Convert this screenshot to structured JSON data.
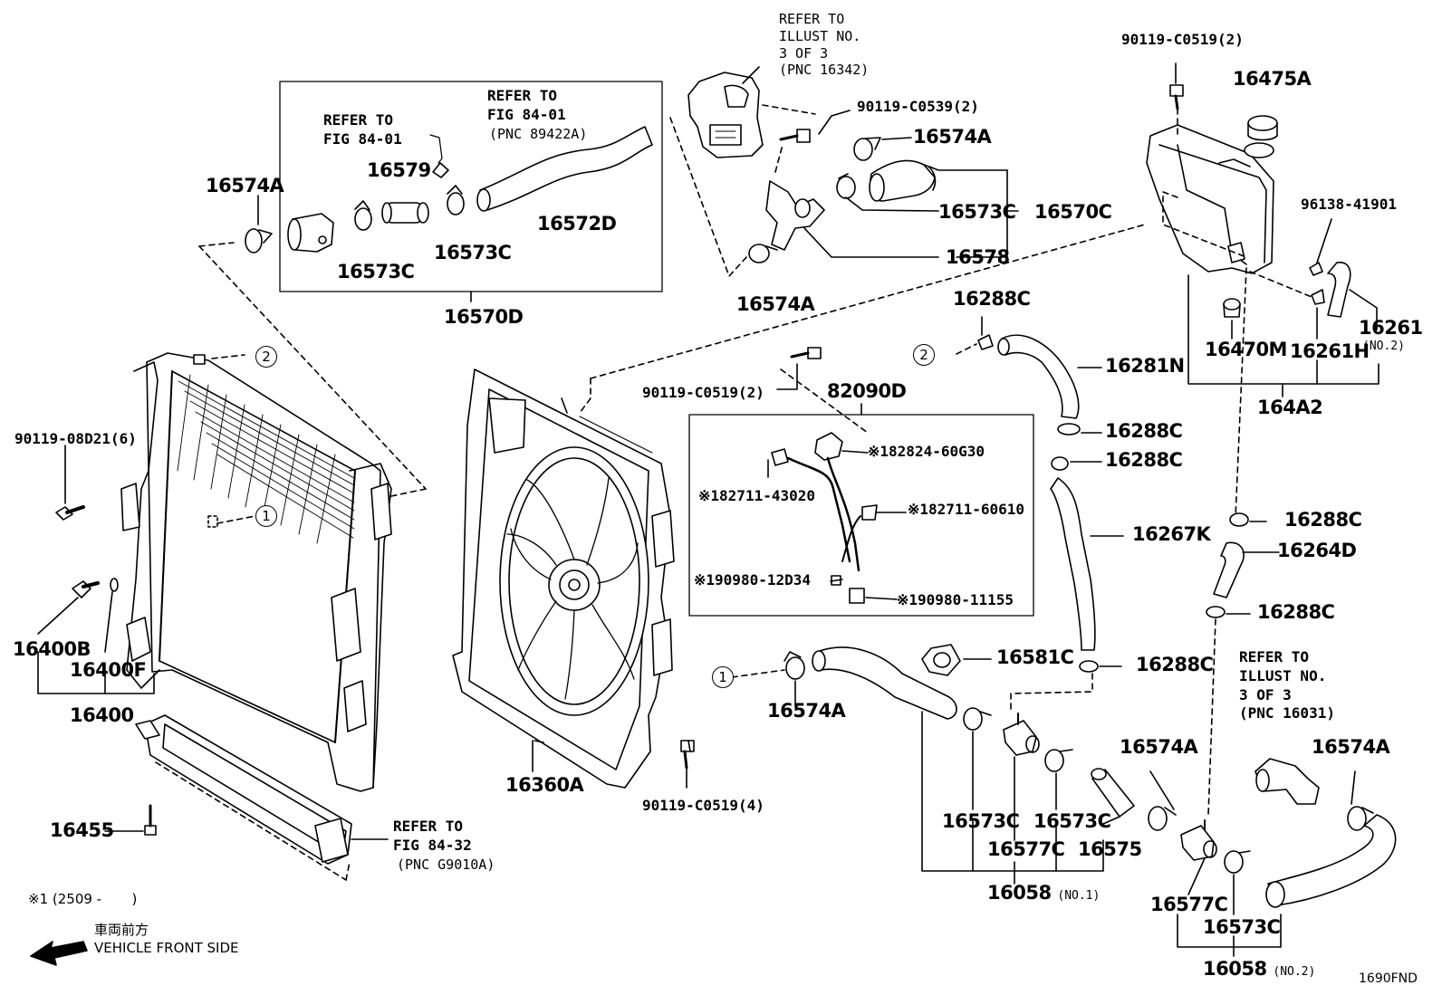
{
  "figure_code": "1690FND",
  "parts": {
    "p16574A_topleft": "16574A",
    "p16579": "16579",
    "p16573C_a": "16573C",
    "p16573C_b": "16573C",
    "p16572D": "16572D",
    "p16570D": "16570D",
    "p16574A_mid": "16574A",
    "p16574A_upper": "16574A",
    "p16573C_upper": "16573C",
    "p16570C": "16570C",
    "p16578": "16578",
    "p90119C0539": "90119-C0539(2)",
    "p90119C0519_top": "90119-C0519(2)",
    "p16475A": "16475A",
    "p9613841901": "96138-41901",
    "p16261": "16261",
    "p16261_no2": "(NO.2)",
    "p16470M": "16470M",
    "p16261H": "16261H",
    "p164A2": "164A2",
    "p16288C_1": "16288C",
    "p16281N": "16281N",
    "p16288C_2": "16288C",
    "p16288C_3": "16288C",
    "p16267K": "16267K",
    "p16288C_4": "16288C",
    "p16264D": "16264D",
    "p16288C_5": "16288C",
    "p16288C_6": "16288C",
    "p90119C0519_fan": "90119-C0519(2)",
    "p82090D": "82090D",
    "p182824": "※182824-60G30",
    "p182711_43020": "※182711-43020",
    "p182711_60610": "※182711-60610",
    "p190980_12D34": "※190980-12D34",
    "p190980_11155": "※190980-11155",
    "p9011908D21": "90119-08D21(6)",
    "p16400B": "16400B",
    "p16400F": "16400F",
    "p16400": "16400",
    "p16455": "16455",
    "p16360A": "16360A",
    "p90119C0519_bottom": "90119-C0519(4)",
    "p16574A_bottom": "16574A",
    "p16581C": "16581C",
    "p16573C_c": "16573C",
    "p16577C_a": "16577C",
    "p16573C_d": "16573C",
    "p16575": "16575",
    "p16058_no1": "16058",
    "p16058_no1_suffix": "(NO.1)",
    "p16574A_br1": "16574A",
    "p16574A_br2": "16574A",
    "p16577C_b": "16577C",
    "p16573C_e": "16573C",
    "p16058_no2": "16058",
    "p16058_no2_suffix": "(NO.2)"
  },
  "refs": {
    "ref_top_center": "REFER TO\nILLUST NO.\n3 OF 3\n(PNC 16342)",
    "ref_fig_a": "REFER TO\nFIG 84-01",
    "ref_fig_b": "REFER TO\nFIG 84-01",
    "ref_fig_b_pnc": "(PNC 89422A)",
    "ref_bottom_left": "REFER TO\nFIG 84-32",
    "ref_bottom_left_pnc": "(PNC G9010A)",
    "ref_bottom_right": "REFER TO\nILLUST NO.\n3 OF 3\n(PNC 16031)"
  },
  "callouts": {
    "c1_left": "1",
    "c1_bottom": "1",
    "c2_top": "2",
    "c2_right": "2"
  },
  "notes": {
    "footnote": "※1 (2509 -       )",
    "front_jp": "車両前方",
    "front_en": "VEHICLE FRONT SIDE"
  }
}
